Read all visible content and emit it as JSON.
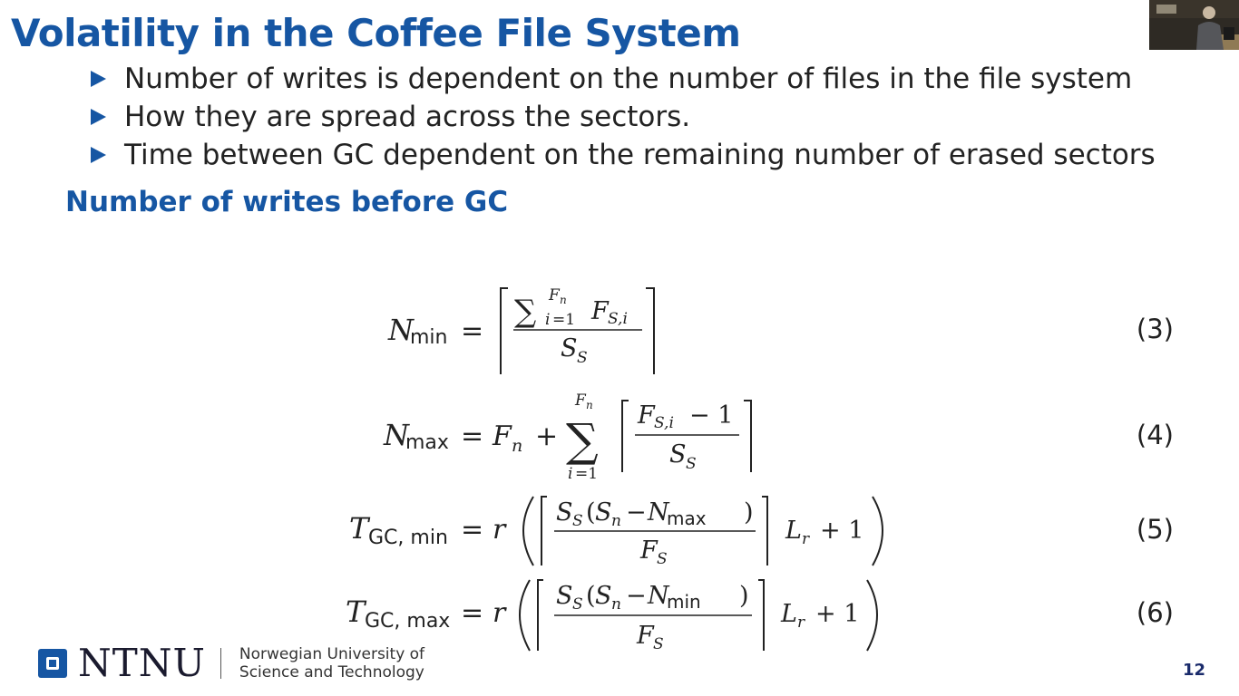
{
  "slide": {
    "title": "Volatility in the Coffee File System",
    "bullets": [
      "Number of writes is dependent on the number of files in the file system",
      "How they are spread across the sectors.",
      "Time between GC dependent on the remaining number of erased sectors"
    ],
    "subtitle": "Number of writes before GC",
    "equations": [
      {
        "number": "(3)",
        "lhs_sub": "min"
      },
      {
        "number": "(4)",
        "lhs_sub": "max"
      },
      {
        "number": "(5)",
        "lhs_sub": "GC, min",
        "inner_sub": "max"
      },
      {
        "number": "(6)",
        "lhs_sub": "GC, max",
        "inner_sub": "min"
      }
    ],
    "page_number": "12"
  },
  "footer": {
    "logo_word": "NTNU",
    "institution_line1": "Norwegian University of",
    "institution_line2": "Science and Technology"
  },
  "colors": {
    "accent": "#1656a3",
    "page_number": "#1a2b6b"
  },
  "webcam": {
    "icon": "presenter-video-thumbnail"
  }
}
